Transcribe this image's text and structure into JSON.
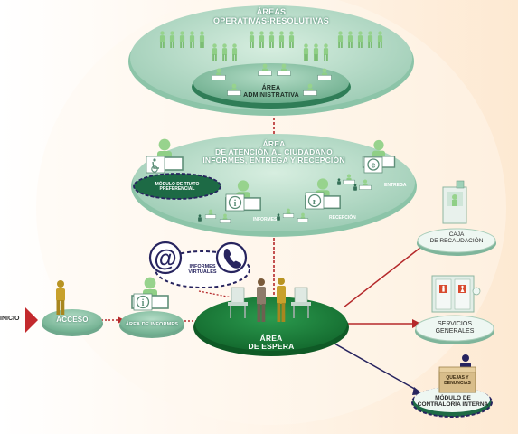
{
  "top_area": {
    "title_line1": "ÁREAS",
    "title_line2": "OPERATIVAS-RESOLUTIVAS",
    "admin_line1": "ÁREA",
    "admin_line2": "ADMINISTRATIVA"
  },
  "middle_area": {
    "title_line1": "ÁREA",
    "title_line2": "DE ATENCIÓN AL CIUDADANO",
    "title_line3": "INFORMES, ENTREGA Y RECEPCIÓN",
    "preferencial_line1": "MÓDULO DE TRATO",
    "preferencial_line2": "PREFERENCIAL",
    "entrega": "ENTREGA",
    "informes": "INFORMES",
    "recepcion": "RECEPCIÓN"
  },
  "flow": {
    "inicio": "INICIO",
    "acceso": "ACCESO",
    "area_informes": "ÁREA DE INFORMES",
    "informes_virtuales_line1": "INFORMES",
    "informes_virtuales_line2": "VIRTUALES",
    "espera_line1": "ÁREA",
    "espera_line2": "DE ESPERA"
  },
  "right_side": {
    "caja_line1": "CAJA",
    "caja_line2": "DE RECAUDACIÓN",
    "servicios_line1": "SERVICIOS",
    "servicios_line2": "GENERALES",
    "quejas_line1": "QUEJAS Y",
    "quejas_line2": "DENUNCIAS",
    "contraloria_line1": "MÓDULO DE",
    "contraloria_line2": "CONTRALORÍA INTERNA"
  },
  "colors": {
    "platform_light": "#bfe0cd",
    "platform_mid": "#93c7ae",
    "platform_dark": "#2f8a5b",
    "wait_green": "#1f7d3c",
    "arrow_red": "#b5292b",
    "navy": "#27245f",
    "person": "#8fcf86"
  },
  "icons": {
    "accessibility": "wheelchair-icon",
    "info": "info-icon",
    "delivery": "letter-e-icon",
    "reception": "letter-r-icon",
    "email": "at-sign-icon",
    "phone": "telephone-icon",
    "start": "start-arrow-icon"
  }
}
